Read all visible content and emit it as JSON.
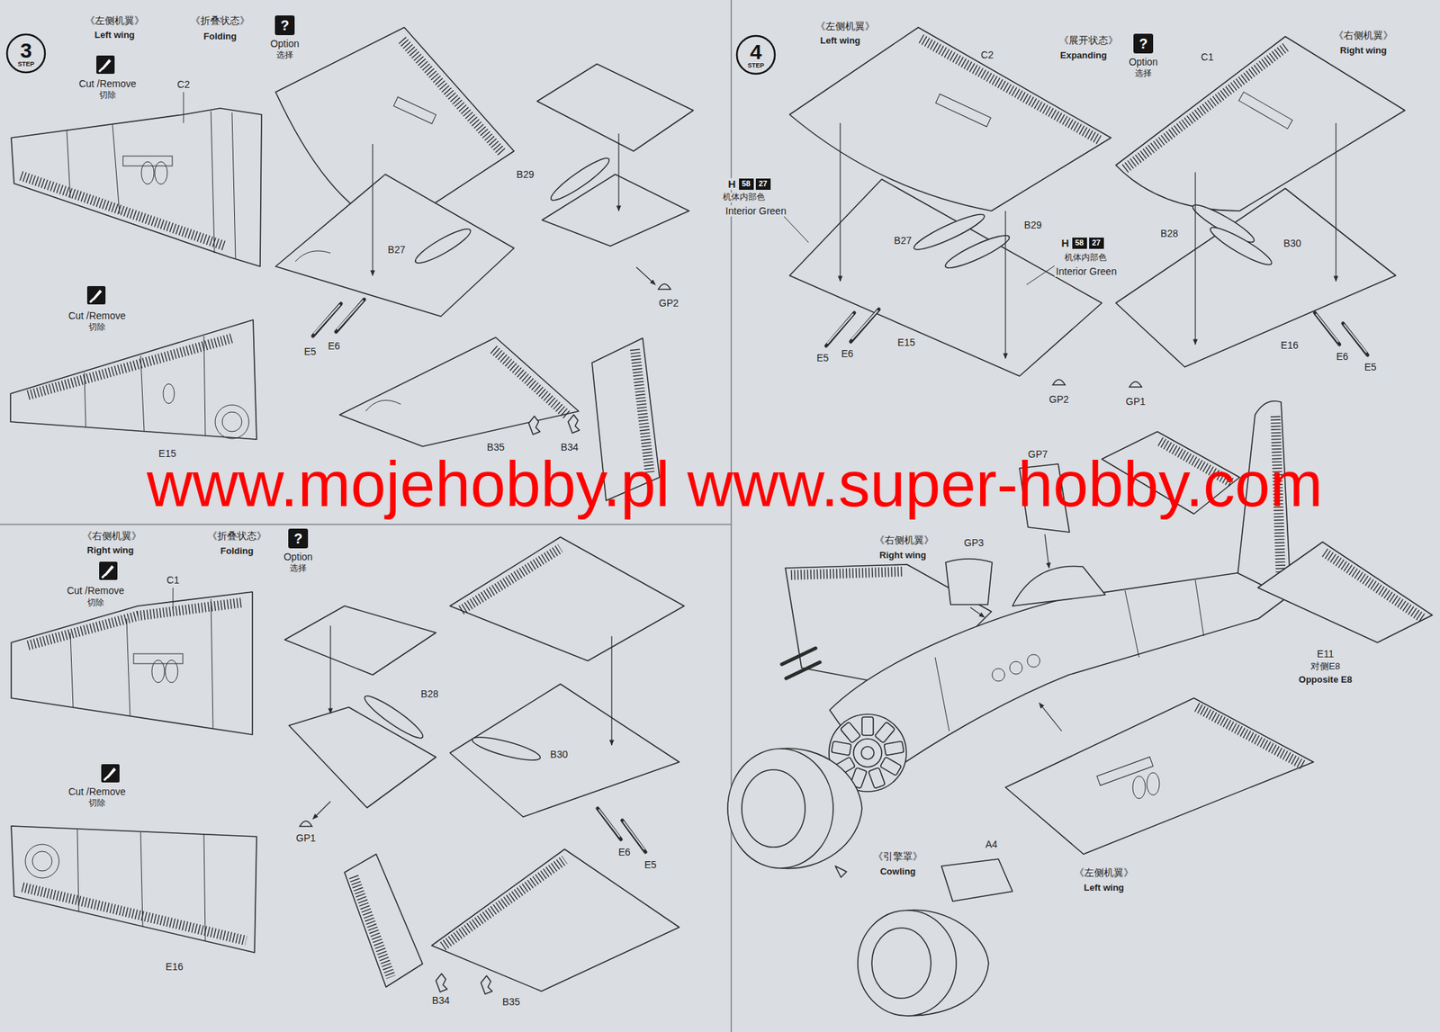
{
  "diagram": {
    "nodes": [
      {
        "text": [
          "3",
          "STEP"
        ]
      },
      {
        "text": [
          "?"
        ]
      },
      {
        "text": [
          "?"
        ]
      },
      {
        "text": [
          "4",
          "STEP"
        ]
      },
      {
        "text": [
          "?"
        ]
      },
      {
        "text": [
          "58"
        ]
      },
      {
        "text": [
          "27"
        ]
      },
      {
        "text": [
          "58"
        ]
      },
      {
        "text": [
          "27"
        ]
      }
    ],
    "labels": [
      "《左侧机翼》",
      "Left wing",
      "《折叠状态》",
      "Folding",
      "Option",
      "选择",
      "Cut /Remove",
      "切除",
      "C2",
      "B29",
      "B27",
      "GP2",
      "E5",
      "E6",
      "Cut /Remove",
      "切除",
      "E15",
      "B35",
      "B34",
      "《右侧机翼》",
      "Right wing",
      "《折叠状态》",
      "Folding",
      "Option",
      "选择",
      "Cut /Remove",
      "切除",
      "C1",
      "B28",
      "B30",
      "GP1",
      "E6",
      "E5",
      "Cut /Remove",
      "切除",
      "E16",
      "B34",
      "B35",
      "《左侧机翼》",
      "Left wing",
      "C2",
      "《展开状态》",
      "Expanding",
      "Option",
      "选择",
      "《右侧机翼》",
      "Right wing",
      "C1",
      "H",
      "机体内部色",
      "Interior Green",
      "B29",
      "B27",
      "H",
      "机体内部色",
      "Interior Green",
      "B28",
      "B30",
      "E5",
      "E6",
      "E15",
      "GP2",
      "E16",
      "E6",
      "E5",
      "GP1",
      "GP7",
      "《右侧机翼》",
      "Right wing",
      "GP3",
      "E11",
      "对侧E8",
      "Opposite E8",
      "《引擎罩》",
      "Cowling",
      "A4",
      "《左侧机翼》",
      "Left wing",
      "www.mojehobby.pl www.super-hobby.com"
    ]
  }
}
